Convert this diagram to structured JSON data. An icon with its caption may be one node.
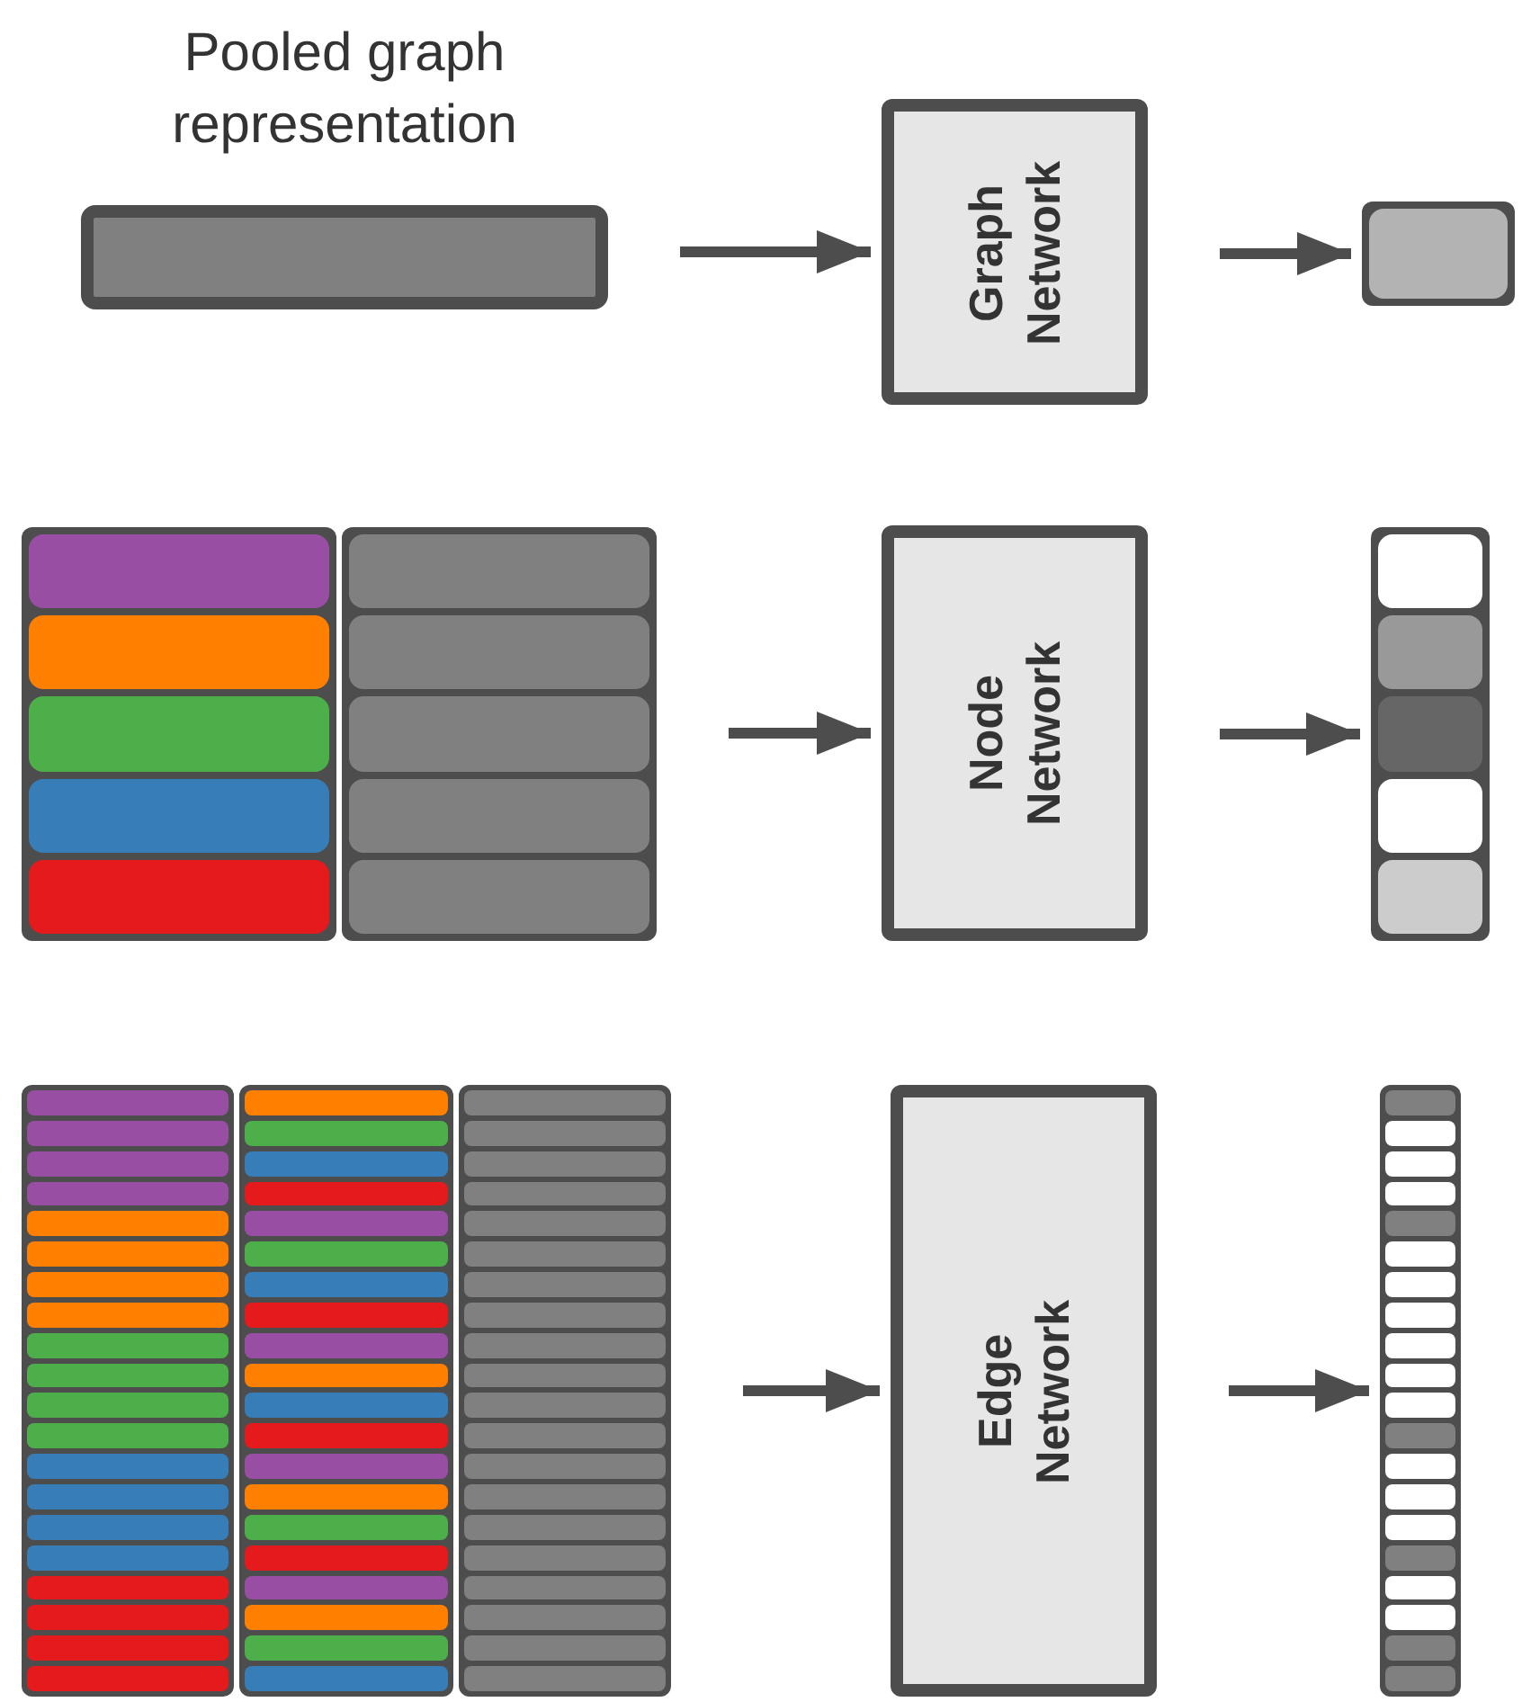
{
  "diagram": {
    "nodes": [
      {
        "text": [
          "Pooled graph representation"
        ]
      },
      {
        "text": [
          "Graph Network"
        ]
      },
      {
        "text": [],
        "shape": "box"
      },
      {
        "text": [],
        "shape": "box"
      },
      {
        "text": [
          "Node Network"
        ]
      },
      {
        "text": [],
        "shape": "box"
      },
      {
        "text": [],
        "shape": "box"
      },
      {
        "text": [
          "Edge Network"
        ]
      },
      {
        "text": [],
        "shape": "box"
      }
    ],
    "edges": [
      {
        "from": 0,
        "to": 1,
        "arrow": "to"
      },
      {
        "from": 1,
        "to": 2,
        "arrow": "to"
      },
      {
        "from": 3,
        "to": 4,
        "arrow": "to"
      },
      {
        "from": 4,
        "to": 5,
        "arrow": "to"
      },
      {
        "from": 6,
        "to": 7,
        "arrow": "to"
      },
      {
        "from": 7,
        "to": 8,
        "arrow": "to"
      }
    ]
  }
}
